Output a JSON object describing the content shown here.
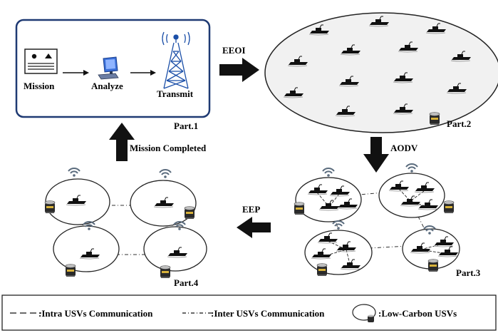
{
  "part1": {
    "label": "Part.1",
    "steps": [
      "Mission",
      "Analyze",
      "Transmit"
    ],
    "colors": {
      "border": "#1f3a73",
      "computer": "#3a6fd8",
      "tower": "#1b4fa8"
    }
  },
  "part2": {
    "label": "Part.2"
  },
  "part3": {
    "label": "Part.3"
  },
  "part4": {
    "label": "Part.4"
  },
  "arrows": {
    "eeoi": "EEOI",
    "aodv": "AODV",
    "eep": "EEP",
    "mission_completed": "Mission Completed"
  },
  "legend": {
    "intra": ":Intra USVs Communication",
    "inter": ":Inter USVs Communication",
    "low_carbon": ":Low-Carbon USVs"
  },
  "icons": [
    "document-icon",
    "computer-icon",
    "tower-icon",
    "boat-icon",
    "wifi-icon",
    "usv-robot-icon"
  ]
}
